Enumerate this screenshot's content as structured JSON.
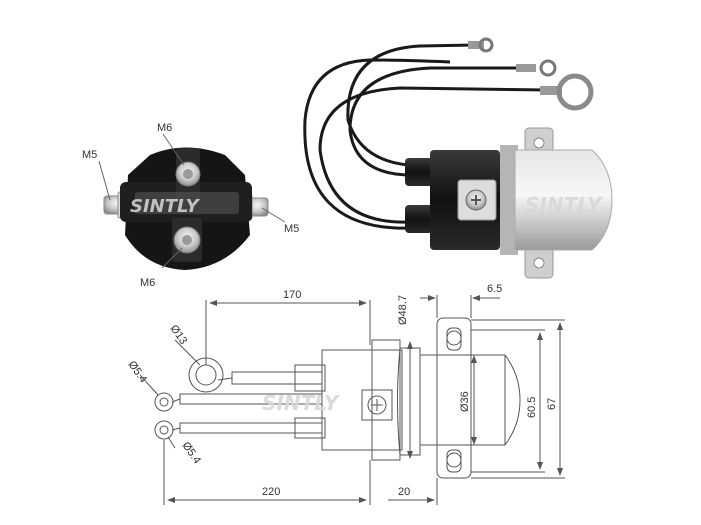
{
  "watermark": {
    "brand": "SINTLY",
    "color": "#d8d8d8",
    "accent": "#e08a8a"
  },
  "front_view": {
    "top_terminal": "M6",
    "bottom_terminal": "M6",
    "left_terminal": "M5",
    "right_terminal": "M5"
  },
  "drawing": {
    "dim_170": "170",
    "dim_220": "220",
    "dim_20": "20",
    "dim_6_5": "6.5",
    "dia_48_7": "Ø48.7",
    "dia_36": "Ø36",
    "dim_60_5": "60.5",
    "dim_67": "67",
    "dia_13": "Ø13",
    "dia_5_4_top": "Ø5.4",
    "dia_5_4_bottom": "Ø5.4"
  },
  "colors": {
    "line": "#555555",
    "body_black": "#1a1a1a",
    "metal": "#c8c8c8"
  }
}
